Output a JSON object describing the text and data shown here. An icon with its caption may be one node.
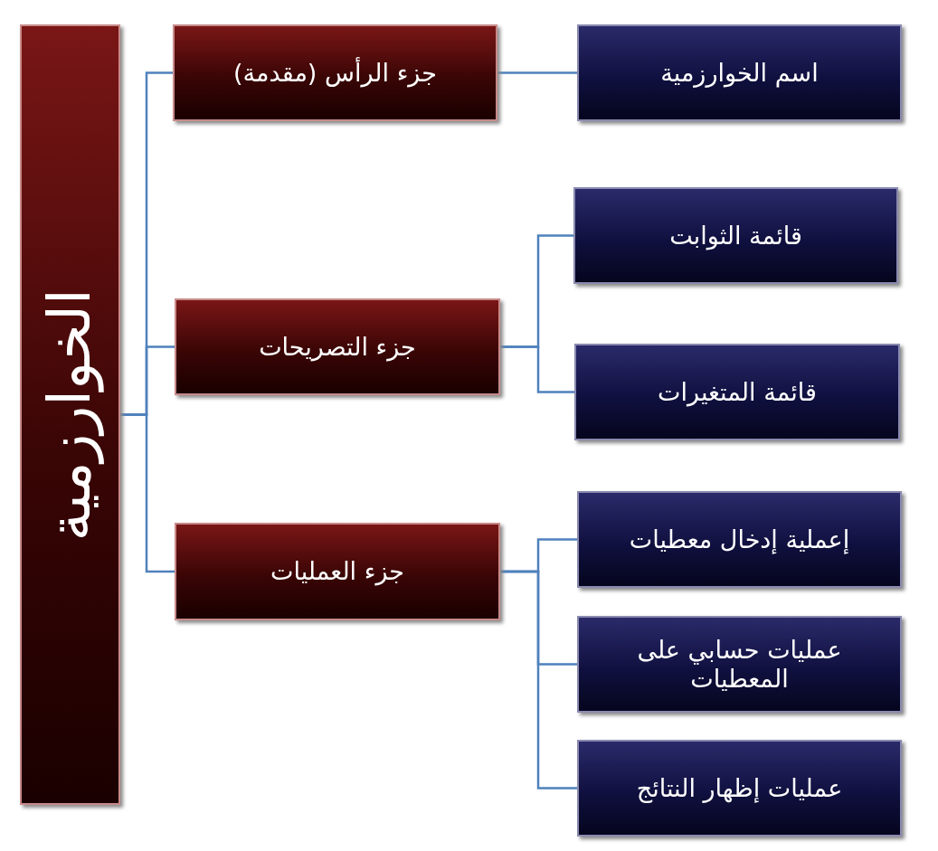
{
  "diagram": {
    "nodes": [
      {
        "text": [
          "الخوارزمية"
        ]
      },
      {
        "text": [
          "جزء الرأس (مقدمة)"
        ]
      },
      {
        "text": [
          "جزء التصريحات"
        ]
      },
      {
        "text": [
          "جزء العمليات"
        ]
      },
      {
        "text": [
          "اسم الخوارزمية"
        ]
      },
      {
        "text": [
          "قائمة الثوابت"
        ]
      },
      {
        "text": [
          "قائمة المتغيرات"
        ]
      },
      {
        "text": [
          "إعملية إدخال معطيات"
        ]
      },
      {
        "text": [
          "عمليات حسابي على المعطيات"
        ]
      },
      {
        "text": [
          "عمليات إظهار النتائج"
        ]
      }
    ],
    "edges": [
      {
        "from": 0,
        "to": 1,
        "arrow": "none"
      },
      {
        "from": 0,
        "to": 2,
        "arrow": "none"
      },
      {
        "from": 0,
        "to": 3,
        "arrow": "none"
      },
      {
        "from": 1,
        "to": 4,
        "arrow": "none"
      },
      {
        "from": 2,
        "to": 5,
        "arrow": "none"
      },
      {
        "from": 2,
        "to": 6,
        "arrow": "none"
      },
      {
        "from": 3,
        "to": 7,
        "arrow": "none"
      },
      {
        "from": 3,
        "to": 8,
        "arrow": "none"
      },
      {
        "from": 3,
        "to": 9,
        "arrow": "none"
      }
    ]
  }
}
